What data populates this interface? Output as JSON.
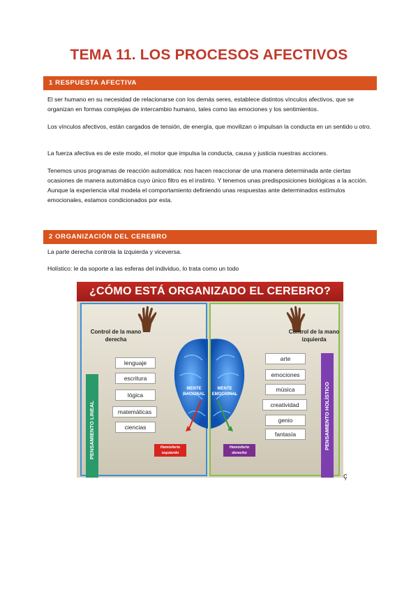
{
  "title": "TEMA 11. LOS PROCESOS AFECTIVOS",
  "section1": {
    "heading": "1 RESPUESTA AFECTIVA",
    "paragraphs": [
      "El ser humano en su necesidad de relacionarse con los demás seres, establece distintos vínculos afectivos, que se organizan en formas complejas de intercambio humano, tales como las emociones y los sentimientos.",
      "Los vínculos afectivos, están cargados de tensión, de energía, que movilizan o impulsan la conducta en un sentido u otro.",
      "La fuerza afectiva es de este modo, el motor que impulsa la conducta, causa y justicia nuestras acciones.",
      "Tenemos unos programas de reacción automática: nos hacen reaccionar de una manera determinada ante ciertas ocasiones de manera automática cuyo único filtro es el instinto. Y tenemos unas predisposiciones biológicas a la acción. Aunque la experiencia vital modela el comportamiento definiendo unas respuestas ante determinados estímulos emocionales, estamos condicionados por esta."
    ]
  },
  "section2": {
    "heading": "2 ORGANIZACIÓN DEL CEREBRO",
    "paragraphs": [
      "La parte derecha controla la izquierda y viceversa.",
      "Holístico: le da soporte a las esferas del individuo, lo trata como un todo"
    ]
  },
  "figure": {
    "header": "¿CÓMO ESTÁ ORGANIZADO EL CEREBRO?",
    "left": {
      "control_label": "Control de la mano derecha",
      "items": [
        "lenguaje",
        "escritura",
        "lógica",
        "matemáticas",
        "ciencias"
      ],
      "vertical_label": "PENSAMIENTO LINEAL",
      "mind_label": "MENTE RACIONAL",
      "hemisphere": "Hemisferio izquierdo"
    },
    "right": {
      "control_label": "Control de la mano izquierda",
      "items": [
        "arte",
        "emociones",
        "música",
        "creatividad",
        "genio",
        "fantasía"
      ],
      "vertical_label": "PENSAMIENTO HOLÍSTICO",
      "mind_label": "MENTE EMOCIONAL",
      "hemisphere": "Hemisferio derecho"
    },
    "colors": {
      "left_bar": "#2a9a6a",
      "right_bar": "#7d3fb0",
      "left_hemi": "#d6261f",
      "right_hemi": "#7a2f8e",
      "brain": "#1e6fd0"
    }
  },
  "stray_char": "ç"
}
